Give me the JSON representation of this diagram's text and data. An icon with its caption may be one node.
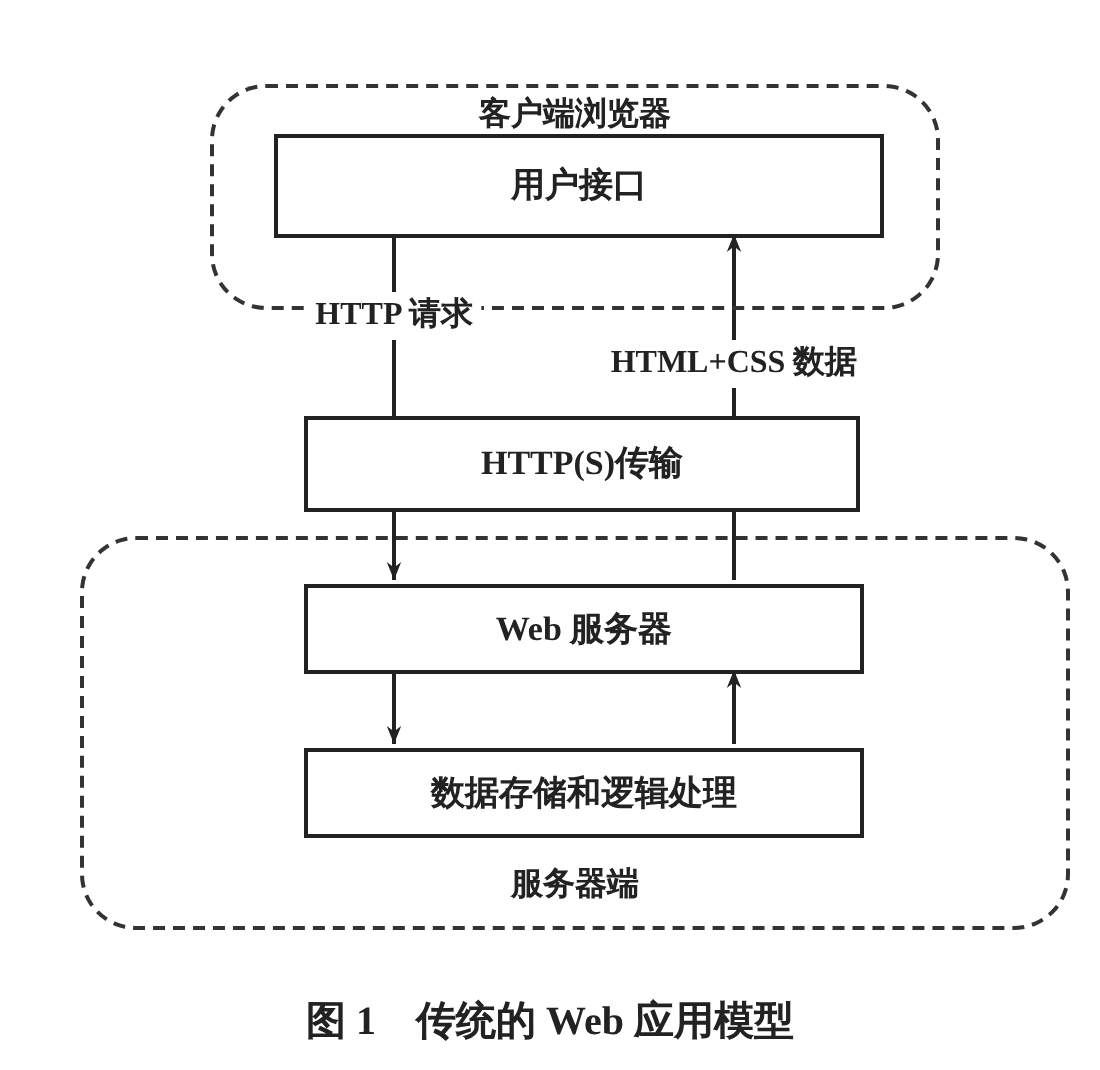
{
  "diagram": {
    "caption": "图 1　传统的 Web 应用模型",
    "nodes": [
      {
        "text": [
          "客户端浏览器"
        ]
      },
      {
        "text": [
          "用户接口"
        ],
        "in": 0
      },
      {
        "text": [
          "HTTP(S)传输"
        ]
      },
      {
        "text": [
          "服务器端"
        ]
      },
      {
        "text": [
          "Web 服务器"
        ],
        "in": 3
      },
      {
        "text": [
          "数据存储和逻辑处理"
        ],
        "in": 3
      }
    ],
    "edges": [
      {
        "from": 1,
        "to": 2,
        "arrow": "none",
        "label": "HTTP 请求"
      },
      {
        "from": 2,
        "to": 1,
        "arrow": "to",
        "label": "HTML+CSS 数据"
      },
      {
        "from": 2,
        "to": 4,
        "arrow": "to"
      },
      {
        "from": 4,
        "to": 2,
        "arrow": "none"
      },
      {
        "from": 4,
        "to": 5,
        "arrow": "to"
      },
      {
        "from": 5,
        "to": 4,
        "arrow": "to"
      }
    ]
  }
}
